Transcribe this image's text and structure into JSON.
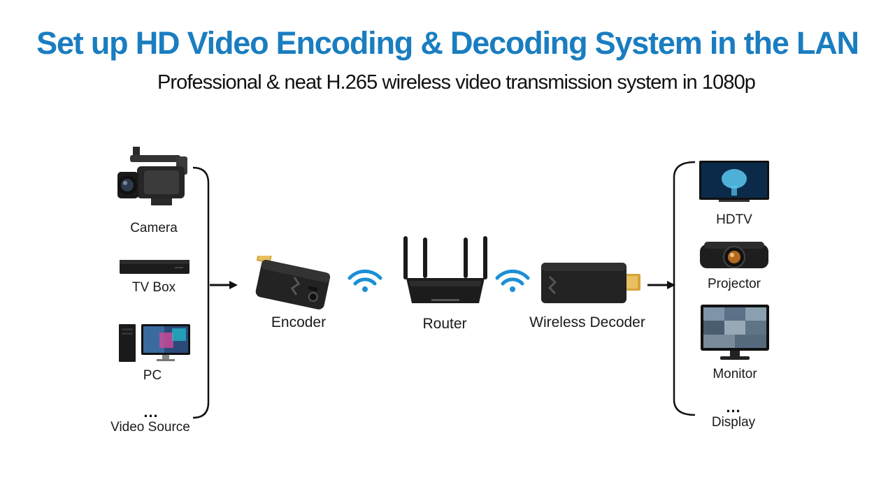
{
  "header": {
    "title": "Set up HD Video Encoding & Decoding System in the LAN",
    "subtitle": "Professional & neat H.265 wireless video transmission system in 1080p"
  },
  "sources": {
    "items": [
      {
        "label": "Camera",
        "icon": "camera-icon"
      },
      {
        "label": "TV Box",
        "icon": "tv-box-icon"
      },
      {
        "label": "PC",
        "icon": "pc-icon"
      }
    ],
    "more": "...",
    "group_label": "Video Source"
  },
  "chain": {
    "encoder": "Encoder",
    "router": "Router",
    "decoder": "Wireless Decoder"
  },
  "displays": {
    "items": [
      {
        "label": "HDTV",
        "icon": "hdtv-icon"
      },
      {
        "label": "Projector",
        "icon": "projector-icon"
      },
      {
        "label": "Monitor",
        "icon": "monitor-icon"
      }
    ],
    "more": "...",
    "group_label": "Display"
  },
  "colors": {
    "title": "#1a7dc0",
    "wifi": "#1a8fd6",
    "device": "#1e1e1e"
  }
}
